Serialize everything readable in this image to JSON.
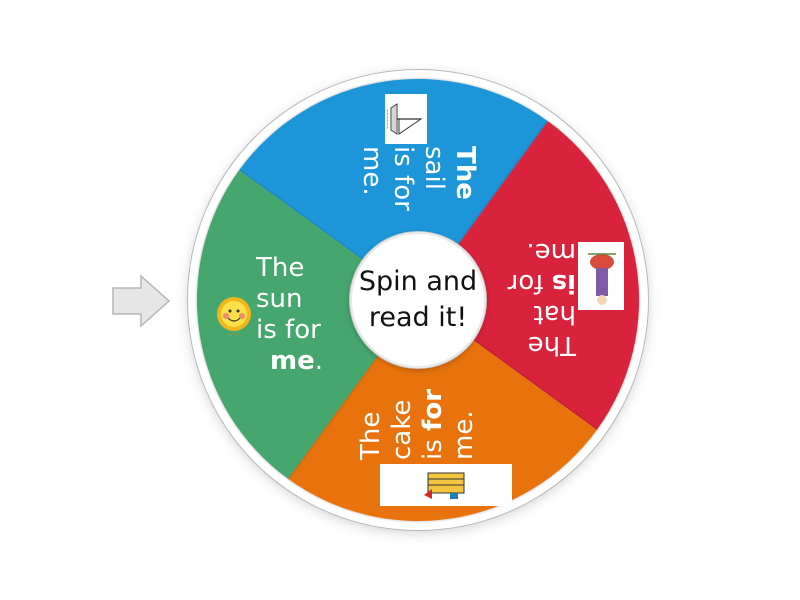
{
  "activity": {
    "type": "spin-the-wheel",
    "center_label_line1": "Spin and",
    "center_label_line2": "read it!",
    "pointer": {
      "icon": "arrow-right-icon",
      "color": "#e6e6e6",
      "stroke": "#b5b5b5"
    }
  },
  "segments": [
    {
      "id": "sail",
      "color": "#1e96d8",
      "image": "sailboat-picture",
      "lines": [
        {
          "text": "The",
          "bold": true
        },
        {
          "text": "sail",
          "bold": false
        },
        {
          "text": "is for",
          "bold": false
        },
        {
          "text": "me.",
          "bold": false
        }
      ]
    },
    {
      "id": "hat",
      "color": "#d9203b",
      "image": "hat-picture",
      "lines": [
        {
          "text": "The",
          "bold": false
        },
        {
          "text": "hat",
          "bold": false
        },
        {
          "pre": "",
          "boldpart": "is",
          "post": " for"
        },
        {
          "text": "me.",
          "bold": false
        }
      ]
    },
    {
      "id": "cake",
      "color": "#e8730b",
      "image": "cake-picture",
      "lines": [
        {
          "text": "The",
          "bold": false
        },
        {
          "text": "cake",
          "bold": false
        },
        {
          "pre": "is ",
          "boldpart": "for",
          "post": ""
        },
        {
          "text": "me.",
          "bold": false
        }
      ]
    },
    {
      "id": "sun",
      "color": "#45a66e",
      "image": "sun-picture",
      "lines": [
        {
          "text": "The",
          "bold": false
        },
        {
          "text": "sun",
          "bold": false
        },
        {
          "text": "is for",
          "bold": false
        },
        {
          "pre": "",
          "boldpart": "me",
          "post": "."
        }
      ]
    }
  ],
  "text": {
    "sail": {
      "l1": "The",
      "l2": "sail",
      "l3": "is for",
      "l4": "me."
    },
    "hat": {
      "l1": "The",
      "l2": "hat",
      "l3a": "is",
      "l3b": " for",
      "l4": "me."
    },
    "cake": {
      "l1": "The",
      "l2": "cake",
      "l3a": "is ",
      "l3b": "for",
      "l4": "me."
    },
    "sun": {
      "l1": "The",
      "l2": "sun",
      "l3": "is for",
      "l4a": "me",
      "l4b": "."
    }
  }
}
